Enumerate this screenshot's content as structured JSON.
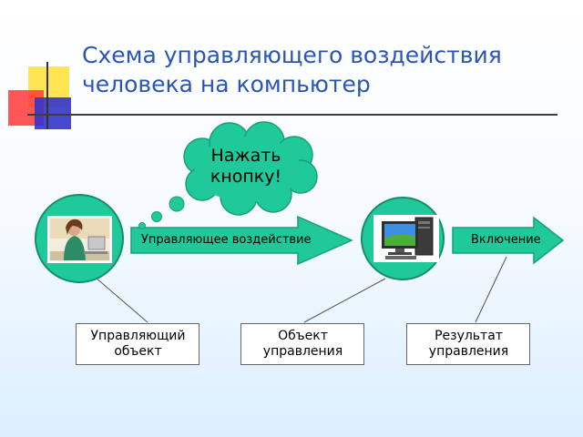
{
  "title": {
    "line1": "Схема управляющего воздействия",
    "line2": "человека на компьютер"
  },
  "thought_bubble": {
    "line1": "Нажать",
    "line2": "кнопку!"
  },
  "arrows": {
    "control_action": "Управляющее воздействие",
    "turn_on": "Включение"
  },
  "boxes": {
    "controlling_object": [
      "Управляющий",
      "объект"
    ],
    "controlled_object": [
      "Объект",
      "управления"
    ],
    "control_result": [
      "Результат",
      "управления"
    ]
  },
  "colors": {
    "title": "#2a55b5",
    "diagram_green": "#20c99a",
    "title_rule": "#3c3c3c"
  },
  "icons": {
    "person": "person-at-desk-icon",
    "computer": "desktop-computer-icon"
  }
}
